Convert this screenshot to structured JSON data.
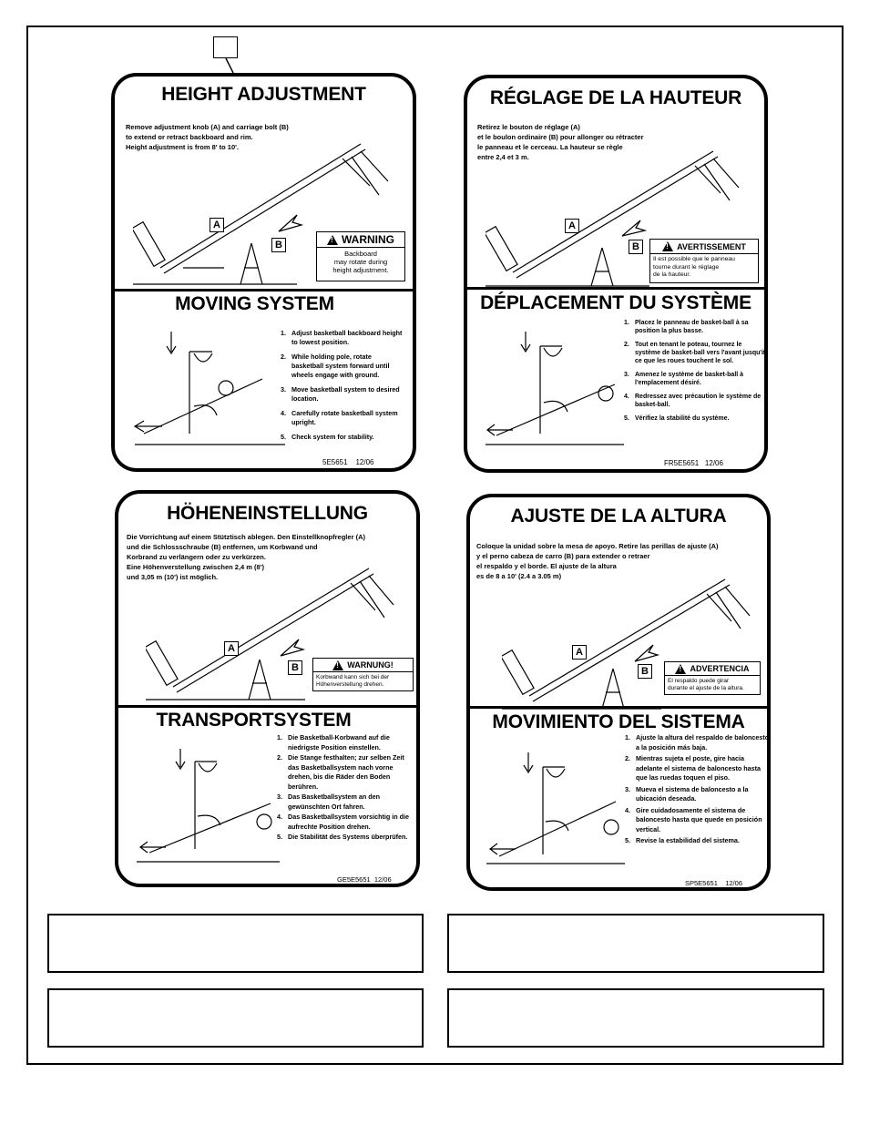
{
  "callout_number": "",
  "labels": {
    "en": {
      "title": "HEIGHT ADJUSTMENT",
      "instructions": "Remove adjustment knob (A) and carriage bolt (B)\nto extend or retract backboard and rim.\nHeight adjustment is from 8' to 10'.",
      "part_a": "A",
      "part_b": "B",
      "warning_title": "WARNING",
      "warning_text": "Backboard\nmay rotate during\nheight adjustment.",
      "moving_title": "MOVING SYSTEM",
      "steps": [
        {
          "num": "1.",
          "text": "Adjust basketball backboard height to lowest position."
        },
        {
          "num": "2.",
          "text": "While holding pole, rotate basketball system forward until wheels engage with ground."
        },
        {
          "num": "3.",
          "text": "Move basketball system to desired location."
        },
        {
          "num": "4.",
          "text": "Carefully rotate basketball system upright."
        },
        {
          "num": "5.",
          "text": "Check system for stability."
        }
      ],
      "code": "5E5651",
      "date": "12/06"
    },
    "fr": {
      "title": "RÉGLAGE DE LA HAUTEUR",
      "instructions": "Retirez le bouton de réglage (A)\net le boulon ordinaire (B) pour allonger ou rétracter\nle panneau et le cerceau. La hauteur se règle\nentre 2,4 et 3 m.",
      "part_a": "A",
      "part_b": "B",
      "warning_title": "AVERTISSEMENT",
      "warning_text": "Il est possible que le panneau\ntourne durant le réglage\nde la hauteur.",
      "moving_title": "DÉPLACEMENT DU SYSTÈME",
      "steps": [
        {
          "num": "1.",
          "text": "Placez le panneau de basket-ball à sa position la plus basse."
        },
        {
          "num": "2.",
          "text": "Tout en tenant le poteau, tournez le système de basket-ball vers l'avant jusqu'à ce que les roues touchent le sol."
        },
        {
          "num": "3.",
          "text": "Amenez le système de basket-ball à l'emplacement désiré."
        },
        {
          "num": "4.",
          "text": "Redressez avec précaution le système de basket-ball."
        },
        {
          "num": "5.",
          "text": "Vérifiez la stabilité du système."
        }
      ],
      "code": "FR5E5651",
      "date": "12/06"
    },
    "de": {
      "title": "HÖHENEINSTELLUNG",
      "instructions": "Die Vorrichtung auf einem Stütztisch ablegen. Den Einstellknopfregler (A)\nund die Schlossschraube (B) entfernen, um Korbwand und\nKorbrand zu verlängern oder zu verkürzen.\nEine Höhenverstellung zwischen 2,4 m (8')\nund 3,05 m (10') ist möglich.",
      "part_a": "A",
      "part_b": "B",
      "warning_title": "WARNUNG!",
      "warning_text": "Korbwand kann sich bei der\nHöhenverstellung drehen.",
      "moving_title": "TRANSPORTSYSTEM",
      "steps": [
        {
          "num": "1.",
          "text": "Die Basketball-Korbwand auf die niedrigste Position einstellen."
        },
        {
          "num": "2.",
          "text": "Die Stange festhalten; zur selben Zeit das Basketballsystem nach vorne drehen, bis die Räder den Boden berühren."
        },
        {
          "num": "3.",
          "text": "Das Basketballsystem an den gewünschten Ort fahren."
        },
        {
          "num": "4.",
          "text": "Das Basketballsystem vorsichtig in die aufrechte Position drehen."
        },
        {
          "num": "5.",
          "text": "Die Stabilität des Systems überprüfen."
        }
      ],
      "code": "GE5E5651",
      "date": "12/06"
    },
    "es": {
      "title": "AJUSTE DE LA ALTURA",
      "instructions": "Coloque la unidad sobre la mesa de apoyo. Retire las perillas de ajuste (A)\ny el perno cabeza de carro (B) para extender o retraer\nel respaldo y el borde. El ajuste de la altura\nes de 8 a 10' (2.4 a 3.05 m)",
      "part_a": "A",
      "part_b": "B",
      "warning_title": "ADVERTENCIA",
      "warning_text": "El respaldo puede girar\ndurante el ajuste de la altura.",
      "moving_title": "MOVIMIENTO DEL SISTEMA",
      "steps": [
        {
          "num": "1.",
          "text": "Ajuste la altura del respaldo de baloncesto a la posición más baja."
        },
        {
          "num": "2.",
          "text": "Mientras sujeta el poste, gire hacia adelante el sistema de baloncesto hasta que las ruedas toquen el piso."
        },
        {
          "num": "3.",
          "text": "Mueva el sistema de baloncesto a la ubicación deseada."
        },
        {
          "num": "4.",
          "text": "Gire cuidadosamente el sistema de baloncesto hasta que quede en posición vertical."
        },
        {
          "num": "5.",
          "text": "Revise la estabilidad del sistema."
        }
      ],
      "code": "SP5E5651",
      "date": "12/06"
    }
  }
}
